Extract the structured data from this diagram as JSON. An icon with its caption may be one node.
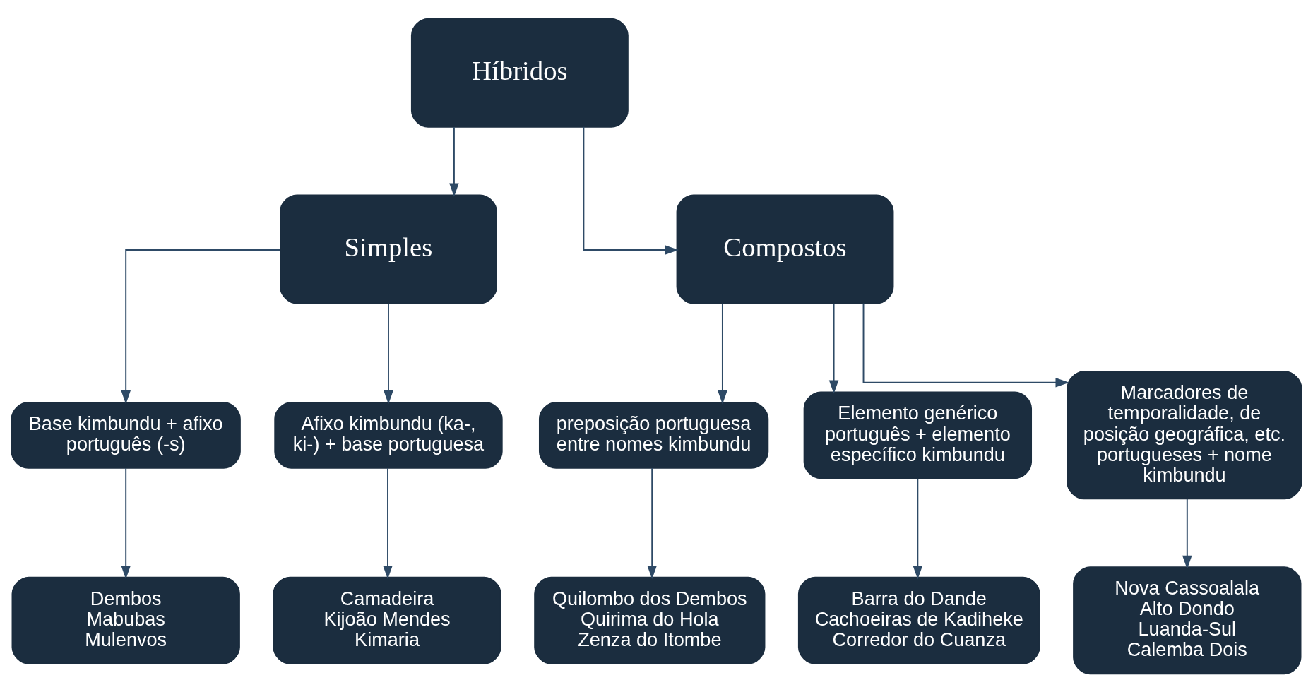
{
  "diagram": {
    "nodes": [
      {
        "text": [
          "Híbridos"
        ]
      },
      {
        "text": [
          "Simples"
        ]
      },
      {
        "text": [
          "Compostos"
        ]
      },
      {
        "text": [
          "Base kimbundu + afixo português (-s)"
        ]
      },
      {
        "text": [
          "Afixo kimbundu (ka-, ki-) + base portuguesa"
        ]
      },
      {
        "text": [
          "preposição portuguesa entre nomes kimbundu"
        ]
      },
      {
        "text": [
          "Elemento genérico português + elemento específico kimbundu"
        ]
      },
      {
        "text": [
          "Marcadores de temporalidade, de posição geográfica, etc. portugueses + nome kimbundu"
        ]
      },
      {
        "text": [
          "Dembos",
          "Mabubas",
          "Mulenvos"
        ]
      },
      {
        "text": [
          "Camadeira",
          "Kijoão Mendes",
          "Kimaria"
        ]
      },
      {
        "text": [
          "Quilombo dos Dembos",
          "Quirima do Hola",
          "Zenza do Itombe"
        ]
      },
      {
        "text": [
          "Barra do Dande",
          "Cachoeiras de Kadiheke",
          "Corredor do Cuanza"
        ]
      },
      {
        "text": [
          "Nova Cassoalala",
          "Alto Dondo",
          "Luanda-Sul",
          "Calemba Dois"
        ]
      }
    ],
    "edges": [
      {
        "from": 0,
        "to": 1,
        "arrow": "to"
      },
      {
        "from": 0,
        "to": 2,
        "arrow": "to"
      },
      {
        "from": 1,
        "to": 3,
        "arrow": "to"
      },
      {
        "from": 1,
        "to": 4,
        "arrow": "to"
      },
      {
        "from": 2,
        "to": 5,
        "arrow": "to"
      },
      {
        "from": 2,
        "to": 6,
        "arrow": "to"
      },
      {
        "from": 2,
        "to": 7,
        "arrow": "to"
      },
      {
        "from": 3,
        "to": 8,
        "arrow": "to"
      },
      {
        "from": 4,
        "to": 9,
        "arrow": "to"
      },
      {
        "from": 5,
        "to": 10,
        "arrow": "to"
      },
      {
        "from": 6,
        "to": 11,
        "arrow": "to"
      },
      {
        "from": 7,
        "to": 12,
        "arrow": "to"
      }
    ]
  }
}
